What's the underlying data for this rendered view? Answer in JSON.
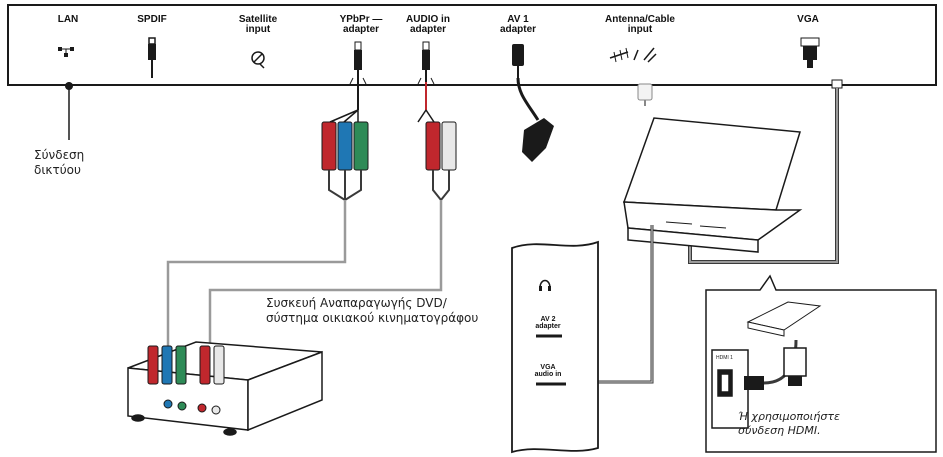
{
  "panel": {
    "connectors": [
      {
        "id": "lan",
        "label": "LAN",
        "icon": "network-port-icon"
      },
      {
        "id": "spdif",
        "label": "SPDIF",
        "icon": "spdif-plug-icon"
      },
      {
        "id": "satellite",
        "label": "Satellite\ninput",
        "icon": "satellite-dish-icon"
      },
      {
        "id": "ypbpr",
        "label": "YPbPr —\nadapter",
        "icon": "ypbpr-plug-icon"
      },
      {
        "id": "audio_in",
        "label": "AUDIO in\nadapter",
        "icon": "audio-plug-icon"
      },
      {
        "id": "av1",
        "label": "AV 1\nadapter",
        "icon": "scart-adapter-icon"
      },
      {
        "id": "antenna",
        "label": "Antenna/Cable\ninput",
        "icon": "antenna-icon"
      },
      {
        "id": "vga",
        "label": "VGA",
        "icon": "vga-plug-icon"
      }
    ]
  },
  "labels": {
    "network": "Σύνδεση\nδικτύου",
    "dvd": "Συσκευή Αναπαραγωγής DVD/\nσύστημα οικιακού κινηματογράφου",
    "hdmi_note": "Ή χρησιμοποιήστε\nσύνδεση HDMI."
  },
  "side_panel": {
    "av2": "AV 2\nadapter",
    "vga_audio": "VGA\naudio in"
  },
  "inset": {
    "port_label": "HDMI 1"
  },
  "colors": {
    "line": "#1a1a1a",
    "cable": "#9a9a9a",
    "cable_dark": "#3a3a3a",
    "red": "#c0272d",
    "green": "#2e8b57",
    "blue": "#1f77b4",
    "white": "#e8e8e8"
  }
}
